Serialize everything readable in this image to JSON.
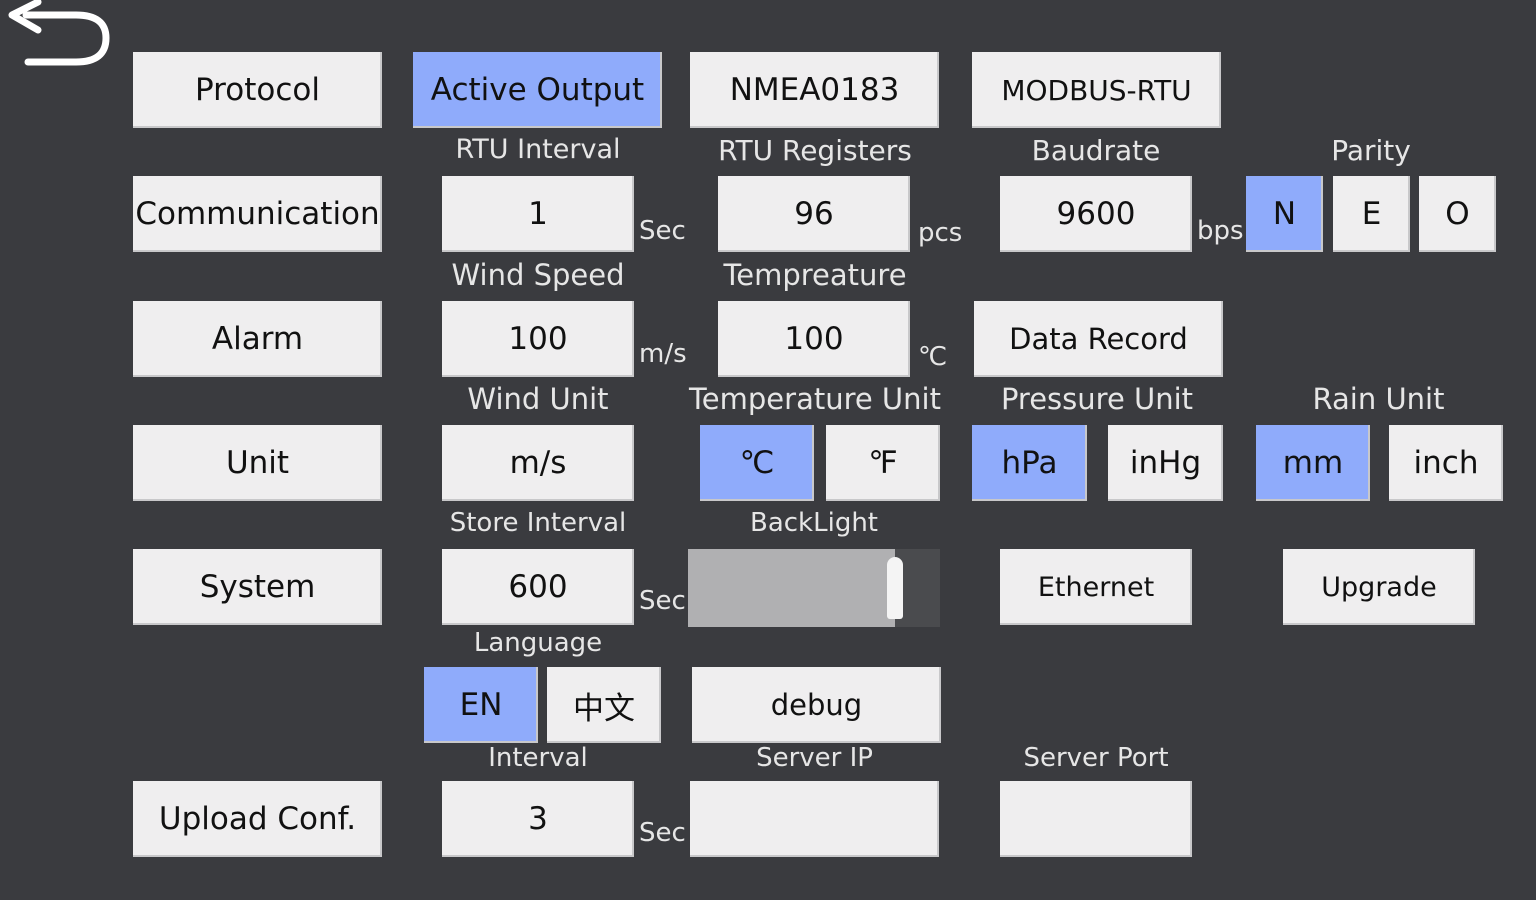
{
  "left_menu": {
    "protocol": "Protocol",
    "communication": "Communication",
    "alarm": "Alarm",
    "unit": "Unit",
    "system": "System",
    "upload_conf": "Upload Conf."
  },
  "protocol_row": {
    "active_output": "Active Output",
    "nmea0183": "NMEA0183",
    "modbus_rtu": "MODBUS-RTU"
  },
  "communication": {
    "rtu_interval_label": "RTU Interval",
    "rtu_interval_value": "1",
    "rtu_interval_unit": "Sec",
    "rtu_registers_label": "RTU Registers",
    "rtu_registers_value": "96",
    "rtu_registers_unit": "pcs",
    "baudrate_label": "Baudrate",
    "baudrate_value": "9600",
    "baudrate_unit": "bps",
    "parity_label": "Parity",
    "parity_options": [
      "N",
      "E",
      "O"
    ],
    "parity_selected": "N"
  },
  "alarm": {
    "wind_speed_label": "Wind Speed",
    "wind_speed_value": "100",
    "wind_speed_unit": "m/s",
    "temperature_label": "Tempreature",
    "temperature_value": "100",
    "temperature_unit": "℃",
    "data_record": "Data Record"
  },
  "unit": {
    "wind_unit_label": "Wind Unit",
    "wind_unit_value": "m/s",
    "temperature_unit_label": "Temperature Unit",
    "temperature_options": [
      "℃",
      "℉"
    ],
    "temperature_selected": "℃",
    "pressure_unit_label": "Pressure Unit",
    "pressure_options": [
      "hPa",
      "inHg"
    ],
    "pressure_selected": "hPa",
    "rain_unit_label": "Rain Unit",
    "rain_options": [
      "mm",
      "inch"
    ],
    "rain_selected": "mm"
  },
  "system": {
    "store_interval_label": "Store Interval",
    "store_interval_value": "600",
    "store_interval_unit": "Sec",
    "backlight_label": "BackLight",
    "backlight_level": 0.82,
    "ethernet": "Ethernet",
    "upgrade": "Upgrade",
    "language_label": "Language",
    "language_options": [
      "EN",
      "中文"
    ],
    "language_selected": "EN",
    "debug": "debug"
  },
  "upload": {
    "interval_label": "Interval",
    "interval_value": "3",
    "interval_unit": "Sec",
    "server_ip_label": "Server IP",
    "server_ip_value": "",
    "server_port_label": "Server Port",
    "server_port_value": ""
  },
  "colors": {
    "background": "#3a3b3f",
    "button": "#efeeef",
    "active": "#8fabfb",
    "label": "#e6e6e6"
  },
  "icons": {
    "back": "back-arrow-icon"
  }
}
